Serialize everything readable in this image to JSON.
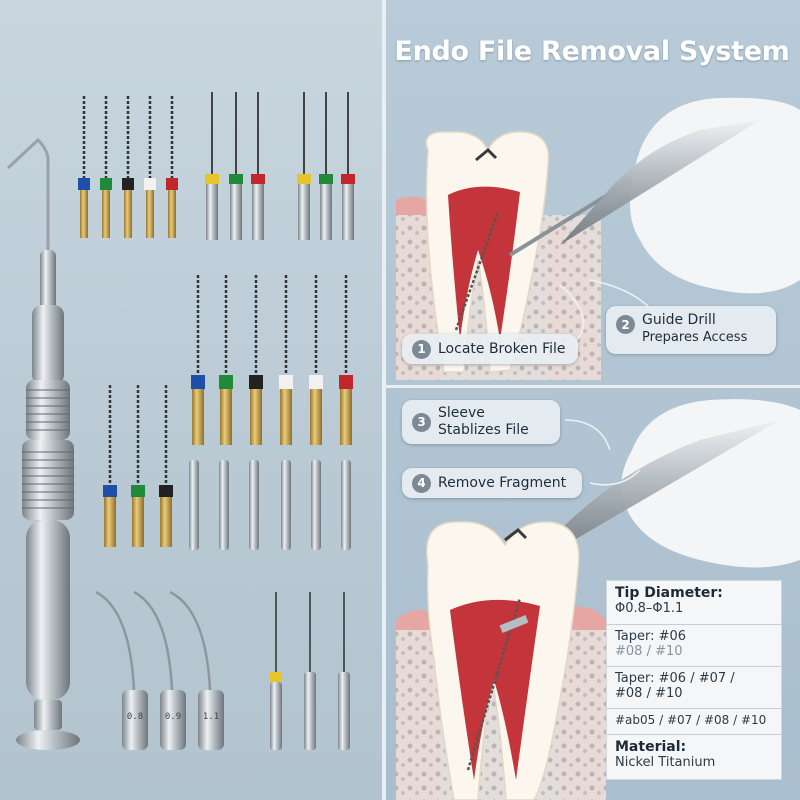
{
  "title": "Endo File Removal System",
  "steps": [
    {
      "num": "1",
      "label": "Locate Broken File",
      "sub": ""
    },
    {
      "num": "2",
      "label": "Guide Drill",
      "sub": "Prepares Access"
    },
    {
      "num": "3",
      "label": "Sleeve",
      "sub": "Stablizes File"
    },
    {
      "num": "4",
      "label": "Remove Fragment",
      "sub": ""
    }
  ],
  "specs": {
    "tip_label": "Tip Diameter:",
    "tip_value": "Φ0.8–Φ1.1",
    "taper1_label": "Taper: #06",
    "taper1_value": "#08 / #10",
    "taper2_label": "Taper: #06 / #07 /",
    "taper2_value": "#08 / #10",
    "taper3_value": "#ab05 / #07 / #08 / #10",
    "material_label": "Material:",
    "material_value": "Nickel Titanium"
  },
  "sleeve_labels": [
    "0.8",
    "0.9",
    "1.1"
  ],
  "colors": {
    "accent_red": "#c0262c",
    "gold": "#c9a24a",
    "steel": "#a9b1b7",
    "file_handle_colors": [
      "#1f4fa8",
      "#1f8a3a",
      "#222222",
      "#f2f2f2",
      "#c0262c",
      "#e7c52a"
    ]
  },
  "icons": [
    "endo-file-icon",
    "handle-icon",
    "tooth-icon",
    "gloved-hand-icon"
  ]
}
